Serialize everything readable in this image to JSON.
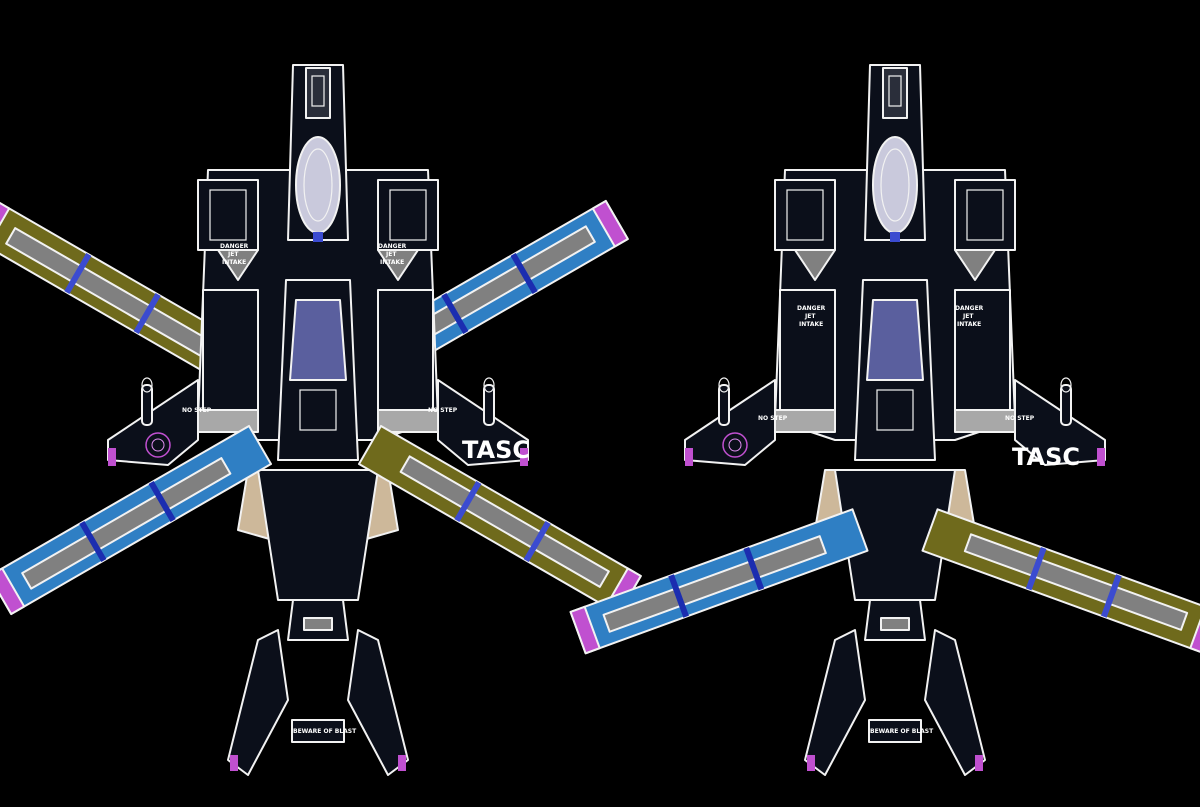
{
  "figures": [
    {
      "name": "fighter-x-wings",
      "tail_text": "TASC",
      "warning_text_1": "DANGER",
      "warning_text_2": "JET",
      "warning_text_3": "INTAKE",
      "step_text": "NO STEP",
      "nozzle_text": "BEWARE OF BLAST"
    },
    {
      "name": "fighter-swept-wings",
      "tail_text": "TASC",
      "warning_text_1": "DANGER",
      "warning_text_2": "JET",
      "warning_text_3": "INTAKE",
      "step_text": "NO STEP",
      "nozzle_text": "BEWARE OF BLAST"
    }
  ],
  "colors": {
    "background": "#000000",
    "hull": "#0b0f1a",
    "outline": "#f2f2f2",
    "wing_blue": "#2f7fc4",
    "wing_olive": "#6f6a1c",
    "wing_grey": "#808080",
    "canopy": "#5a5f9e",
    "tan": "#cdb89a",
    "magenta": "#c050d0"
  }
}
